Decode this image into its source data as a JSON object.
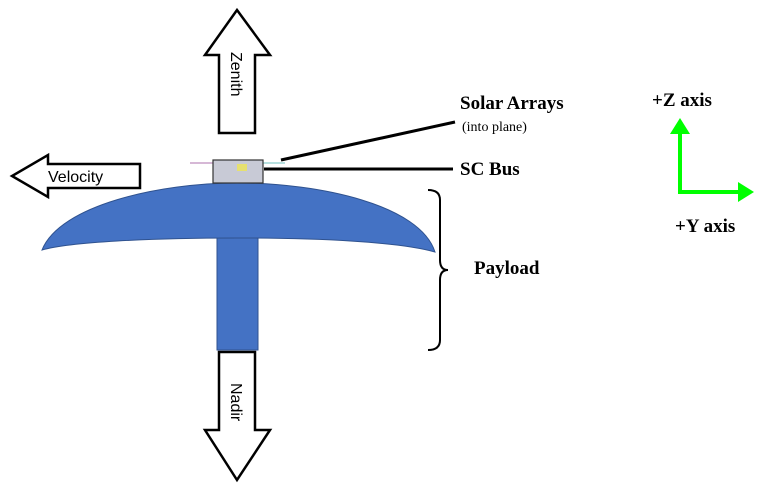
{
  "arrows": {
    "zenith": "Zenith",
    "velocity": "Velocity",
    "nadir": "Nadir"
  },
  "callouts": {
    "solar_arrays": "Solar Arrays",
    "solar_arrays_note": "(into plane)",
    "sc_bus": "SC Bus",
    "payload": "Payload"
  },
  "axes": {
    "z": "+Z axis",
    "y": "+Y axis",
    "color": "#00FF00"
  },
  "colors": {
    "payload": "#4472C4",
    "payload_border": "#2F528F"
  }
}
